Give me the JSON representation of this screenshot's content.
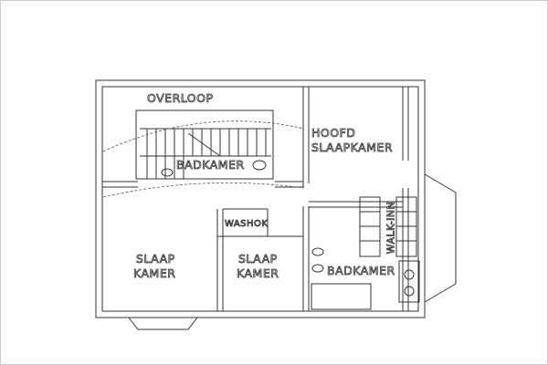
{
  "rooms": {
    "overloop": "OVERLOOP",
    "hoofd_line1": "HOOFD",
    "hoofd_line2": "SLAAPKAMER",
    "badkamer_top": "BADKAMER",
    "washok": "WASHOK",
    "slaap_left_line1": "SLAAP",
    "slaap_left_line2": "KAMER",
    "slaap_mid_line1": "SLAAP",
    "slaap_mid_line2": "KAMER",
    "badkamer_right": "BADKAMER",
    "walkin": "WALK-INN"
  }
}
